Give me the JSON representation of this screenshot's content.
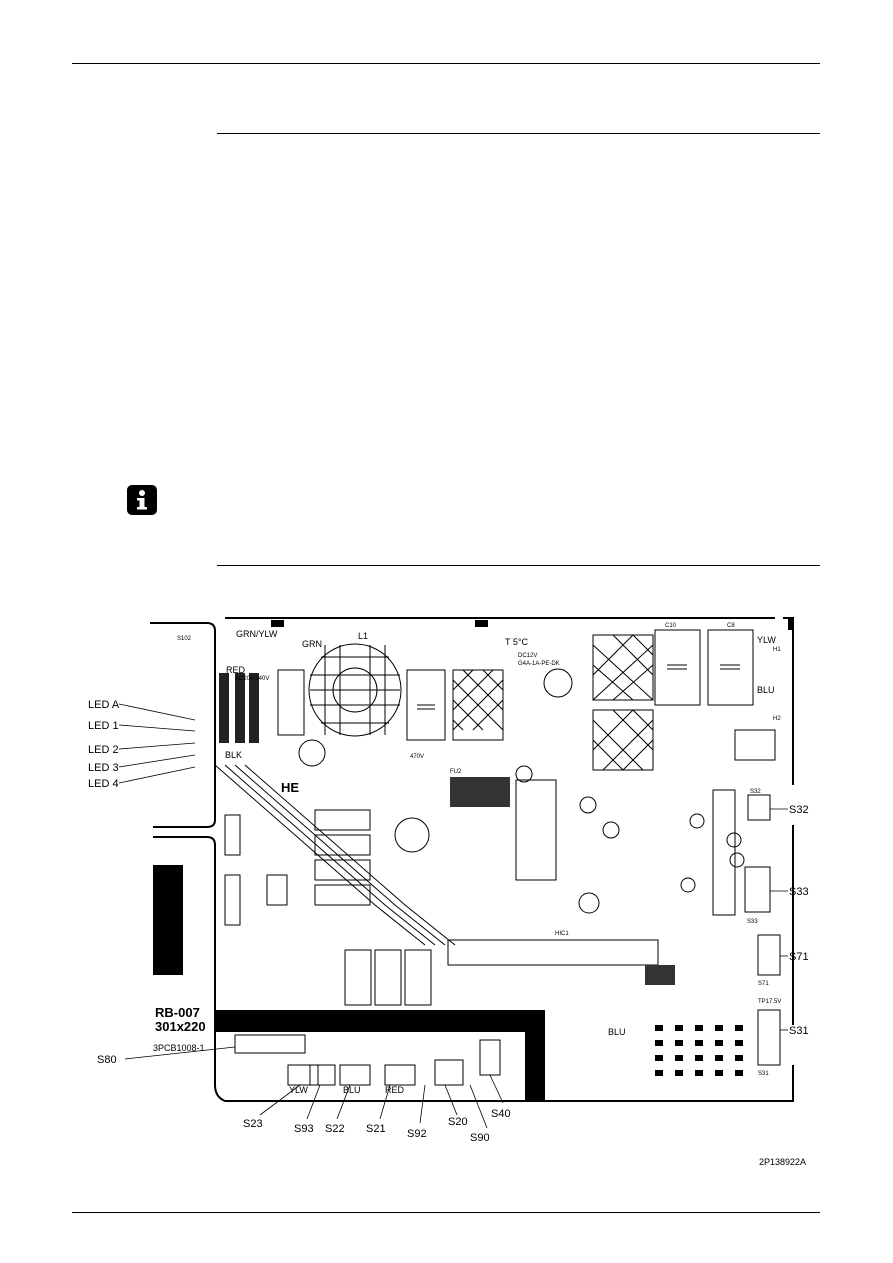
{
  "figure": {
    "reference": "2P138922A",
    "board_id": "RB-007",
    "board_size": "301x220",
    "part_number": "3PCB1008-1",
    "marking_he": "HE",
    "leds": [
      "LED A",
      "LED 1",
      "LED 2",
      "LED 3",
      "LED 4"
    ],
    "connectors_right": [
      "S32",
      "S33",
      "S71",
      "S31"
    ],
    "connectors_bottom": [
      "S80",
      "S23",
      "S93",
      "S22",
      "S21",
      "S92",
      "S20",
      "S90",
      "S40"
    ],
    "silk": {
      "s102": "S102",
      "grn_ylw": "GRN/YLW",
      "grn": "GRN",
      "red": "RED",
      "blk": "BLK",
      "ylw": "YLW",
      "blu": "BLU",
      "h1": "H1",
      "h2": "H2",
      "temp": "T 5°C",
      "relay_coil": "DC12V",
      "relay_type": "G4A-1A-PE-DK",
      "l1": "L1",
      "c8": "C8",
      "c10": "C10",
      "ac_range": "AC200-240V",
      "varistor": "470V",
      "fu2": "FU2",
      "hic1": "HIC1",
      "ylw_bottom": "YLW",
      "blu_bottom": "BLU",
      "red_bottom": "RED",
      "tp": "TP17.5V",
      "blu_small": "BLU",
      "s32_small": "S32",
      "s33_small": "S33",
      "s71_small": "S71",
      "s31_small": "S31"
    }
  }
}
